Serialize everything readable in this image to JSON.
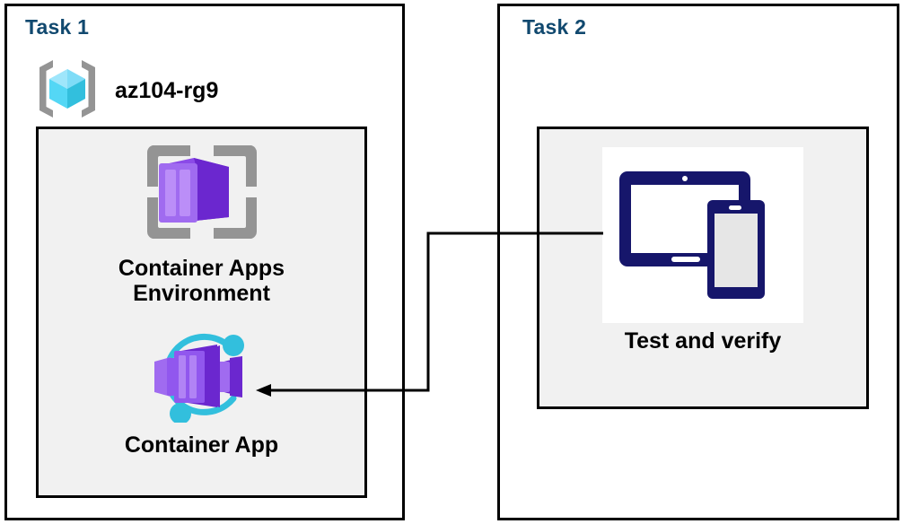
{
  "diagram": {
    "title": "Azure Container Apps task diagram",
    "background_color": "#ffffff",
    "panel_border_color": "#000000",
    "inner_box_fill": "#f1f1f1",
    "task_label_color": "#11496f",
    "connector_color": "#000000"
  },
  "task1": {
    "label": "Task 1",
    "resource_group": {
      "name": "az104-rg9",
      "icon": "resource-group-icon",
      "icon_colors": {
        "bracket": "#949494",
        "cube_light": "#9fe6fb",
        "cube_mid": "#54d7f5",
        "cube_dark": "#32bfdd"
      }
    },
    "nodes": [
      {
        "id": "container-apps-environment",
        "label": "Container Apps\nEnvironment",
        "icon": "container-apps-environment-icon",
        "icon_colors": {
          "frame": "#949494",
          "box_light": "#a06bf0",
          "box_face": "#8b4ae8",
          "box_dark": "#6b27cf"
        }
      },
      {
        "id": "container-app",
        "label": "Container App",
        "icon": "container-app-icon",
        "icon_colors": {
          "arc": "#32bfdd",
          "box_light": "#a06bf0",
          "box_face": "#8b4ae8",
          "box_dark": "#6b27cf"
        }
      }
    ]
  },
  "task2": {
    "label": "Task 2",
    "nodes": [
      {
        "id": "test-and-verify",
        "label": "Test and verify",
        "icon": "devices-test-icon",
        "icon_colors": {
          "device_outline": "#16166b",
          "screen_fill": "#ffffff",
          "phone_screen_fill": "#e6e6e6"
        }
      }
    ]
  },
  "connector": {
    "from": "test-and-verify",
    "to": "container-app",
    "direction": "right-to-left",
    "arrowhead": "left",
    "stroke_width": 3
  }
}
